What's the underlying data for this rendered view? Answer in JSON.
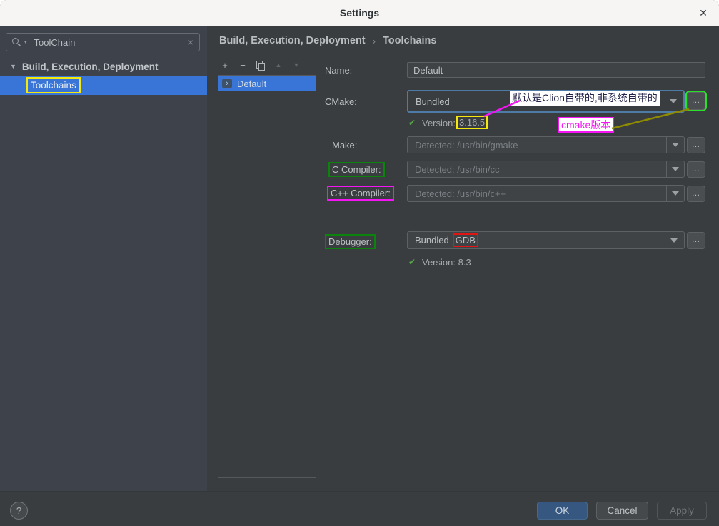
{
  "window": {
    "title": "Settings"
  },
  "icons": {
    "close": "✕",
    "clear": "×",
    "tree_collapse": "▼",
    "add": "+",
    "remove": "−",
    "up": "▲",
    "down": "▼",
    "run_item": "›",
    "check": "✔",
    "help": "?",
    "browse": "…"
  },
  "sidebar": {
    "search_value": "ToolChain",
    "tree_root": "Build, Execution, Deployment",
    "tree_child": "Toolchains"
  },
  "toolchain_list": {
    "items": [
      {
        "label": "Default"
      }
    ]
  },
  "breadcrumb": {
    "level1": "Build, Execution, Deployment",
    "separator": "›",
    "level2": "Toolchains"
  },
  "form": {
    "name_label": "Name:",
    "name_value": "Default",
    "cmake_label": "CMake:",
    "cmake_value": "Bundled",
    "cmake_version_prefix": "Version:",
    "cmake_version": "3.16.5",
    "make_label": "Make:",
    "make_value": "Detected: /usr/bin/gmake",
    "c_label": "C Compiler:",
    "c_value": "Detected: /usr/bin/cc",
    "cpp_label": "C++ Compiler:",
    "cpp_value": "Detected: /usr/bin/c++",
    "debugger_label": "Debugger:",
    "debugger_value_prefix": "Bundled",
    "debugger_value_highlighted": "GDB",
    "debugger_version_prefix": "Version:",
    "debugger_version": "8.3"
  },
  "annotations": {
    "cmake_note": "默认是Clion自带的,非系统自带的",
    "cmake_version_note": "cmake版本"
  },
  "footer": {
    "ok": "OK",
    "cancel": "Cancel",
    "apply": "Apply"
  },
  "colors": {
    "titlebar_bg": "#f6f5f4",
    "titlebar_text": "#2f3437",
    "sidebar_bg": "#3d424b",
    "panel_bg": "#3a3d3f",
    "selection_blue": "#3875d6",
    "field_border": "#5d6164",
    "field_bg": "#3f4346",
    "focus_border": "#4e7ba6",
    "text": "#bcc0c3",
    "text_dim": "#7c8185",
    "label": "#bdc1c4",
    "check_green": "#57a647",
    "ok_blue": "#365880",
    "annot_yellow": "#f5e80f",
    "annot_green": "#0c830c",
    "annot_green_bright": "#2ae12a",
    "annot_magenta": "#f414f4",
    "annot_red": "#e31414",
    "annot_olive": "#8f8b00",
    "note_text": "#23234a",
    "note_bg": "#ffffff"
  }
}
